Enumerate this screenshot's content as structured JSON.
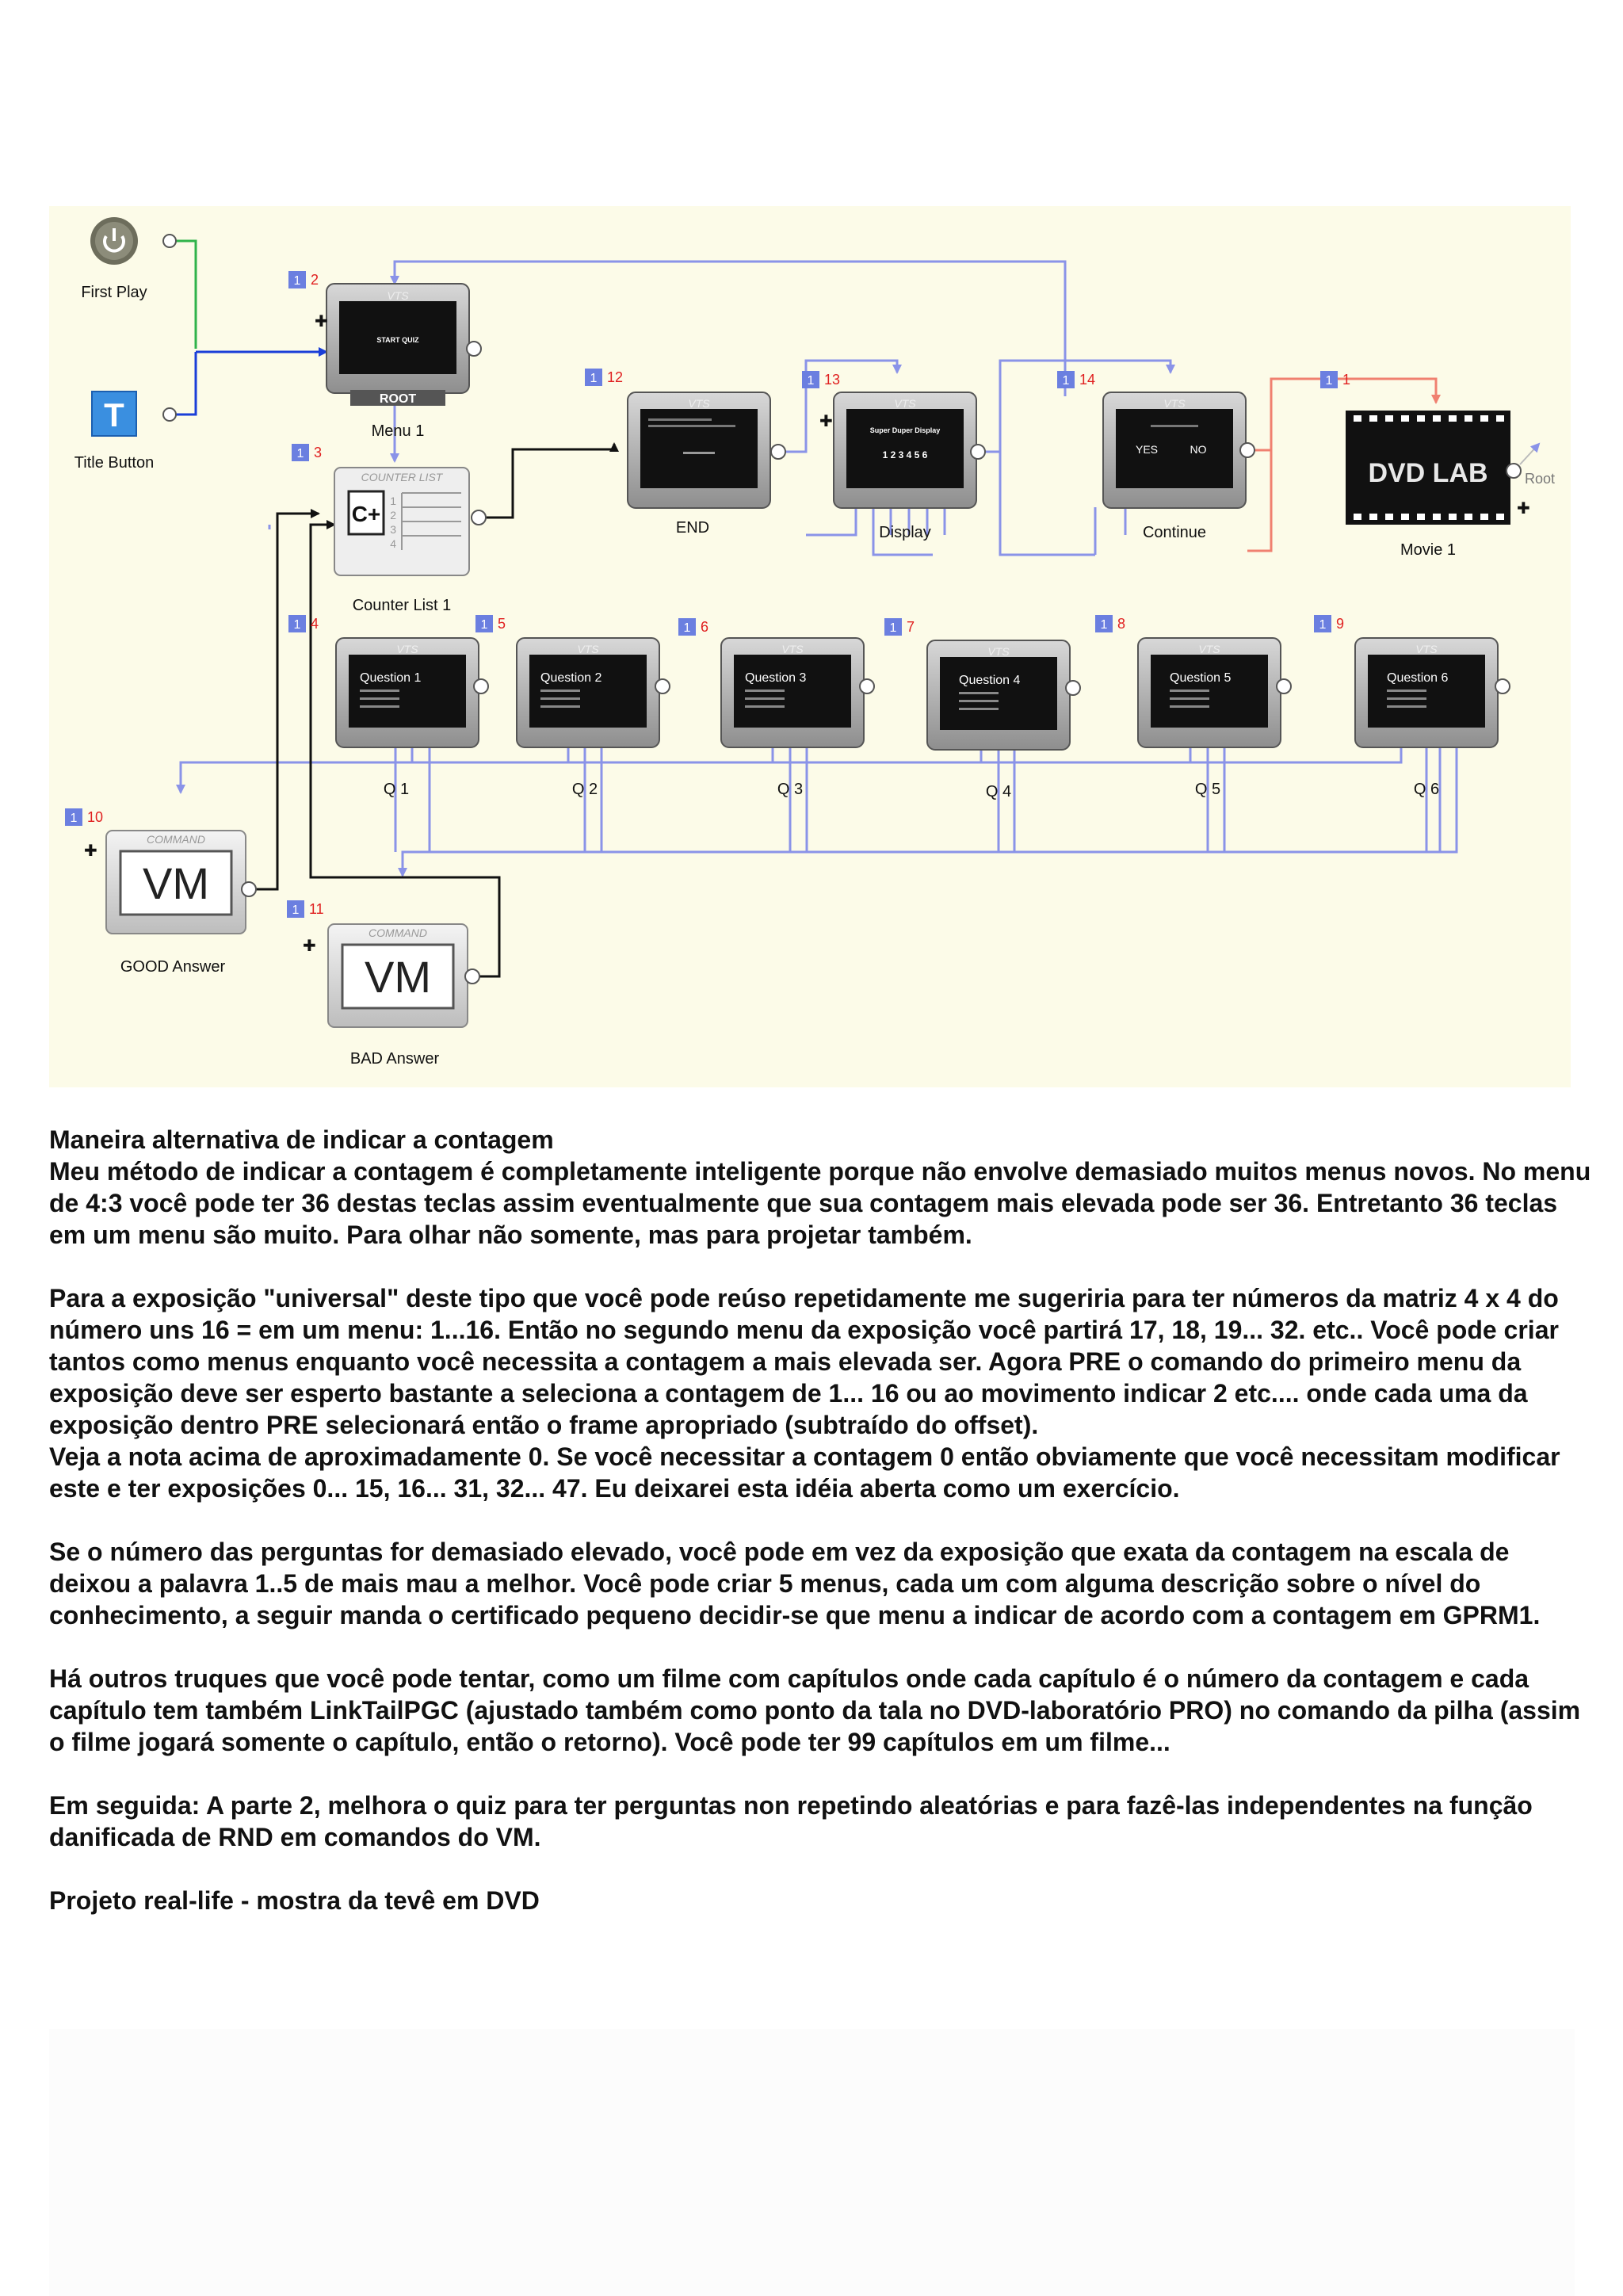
{
  "diagram": {
    "nodes": {
      "first_play": {
        "label": "First Play"
      },
      "title_button": {
        "label": "Title Button",
        "icon_letter": "T"
      },
      "menu1": {
        "label": "Menu 1",
        "header": "VTS",
        "screen_text": "START QUIZ",
        "footer": "ROOT",
        "badge": "2"
      },
      "counter_list": {
        "label": "Counter List 1",
        "header": "COUNTER LIST",
        "icon": "C+",
        "rows": [
          "1",
          "2",
          "3",
          "4"
        ],
        "badge": "3"
      },
      "end": {
        "label": "END",
        "header": "VTS",
        "badge": "12"
      },
      "display": {
        "label": "Display",
        "header": "VTS",
        "screen_title": "Super Duper Display",
        "screen_digits": "1 2 3 4 5 6",
        "badge": "13"
      },
      "continue": {
        "label": "Continue",
        "header": "VTS",
        "screen_buttons": [
          "YES",
          "NO"
        ],
        "badge": "14"
      },
      "movie1": {
        "label": "Movie 1",
        "logo": "DVD LAB",
        "root_label": "Root",
        "badge": "1"
      },
      "questions": [
        {
          "label": "Q 1",
          "screen_title": "Question 1",
          "badge": "4"
        },
        {
          "label": "Q 2",
          "screen_title": "Question 2",
          "badge": "5"
        },
        {
          "label": "Q 3",
          "screen_title": "Question 3",
          "badge": "6"
        },
        {
          "label": "Q 4",
          "screen_title": "Question 4",
          "badge": "7"
        },
        {
          "label": "Q 5",
          "screen_title": "Question 5",
          "badge": "8"
        },
        {
          "label": "Q 6",
          "screen_title": "Question 6",
          "badge": "9"
        }
      ],
      "question_header": "VTS",
      "good_answer": {
        "label": "GOOD Answer",
        "header": "COMMAND",
        "text": "VM",
        "badge": "10"
      },
      "bad_answer": {
        "label": "BAD Answer",
        "header": "COMMAND",
        "text": "VM",
        "badge": "11"
      },
      "badge_prefix": "1"
    },
    "colors": {
      "background": "#fcfbe8",
      "blue_link": "#8a93e8",
      "green_link": "#2fb34a",
      "black_link": "#111111",
      "red_link": "#f08070",
      "badge_number": "#e02020",
      "badge_box": "#6b7fe0"
    }
  },
  "article": {
    "title": "Maneira alternativa de indicar a contagem",
    "p1": "Meu método de indicar a contagem é completamente inteligente porque não envolve demasiado muitos menus novos. No menu de 4:3 você pode ter 36 destas teclas assim eventualmente que sua contagem mais elevada pode ser 36. Entretanto 36 teclas em um menu são muito. Para olhar não somente, mas para projetar também.",
    "p2": "Para a exposição \"universal\" deste tipo que você pode reúso repetidamente me sugeriria para ter números da matriz 4 x 4 do número uns 16 = em um menu: 1...16. Então no segundo menu da exposição você partirá 17, 18, 19... 32. etc.. Você pode criar tantos como menus enquanto você necessita a contagem a mais elevada ser. Agora PRE o comando do primeiro menu da exposição deve ser esperto bastante a seleciona a contagem de 1... 16 ou ao movimento indicar 2 etc.... onde cada uma da exposição dentro PRE selecionará então o frame apropriado (subtraído do offset).",
    "p3": "Veja a nota acima de aproximadamente 0. Se você necessitar a contagem 0 então obviamente que você necessitam modificar este e ter exposições 0... 15, 16... 31, 32... 47. Eu deixarei esta idéia aberta como um exercício.",
    "p4": "Se o número das perguntas for demasiado elevado, você pode em vez da exposição que exata da contagem na escala de deixou a palavra 1..5 de mais mau a melhor. Você pode criar 5 menus, cada um com alguma descrição sobre o nível do conhecimento, a seguir manda o certificado pequeno decidir-se que menu a indicar de acordo com a contagem em GPRM1.",
    "p5": "Há outros truques que você pode tentar, como um filme com capítulos onde cada capítulo é o número da contagem e cada capítulo tem também LinkTailPGC (ajustado também como ponto da tala no DVD-laboratório PRO) no comando da pilha (assim o filme jogará somente o capítulo, então o retorno). Você pode ter 99 capítulos em um filme...",
    "p6": "Em seguida: A parte 2, melhora o quiz para ter perguntas non repetindo aleatórias e para fazê-las independentes na função danificada de RND em comandos do VM.",
    "p7": "Projeto real-life - mostra da tevê em DVD"
  }
}
